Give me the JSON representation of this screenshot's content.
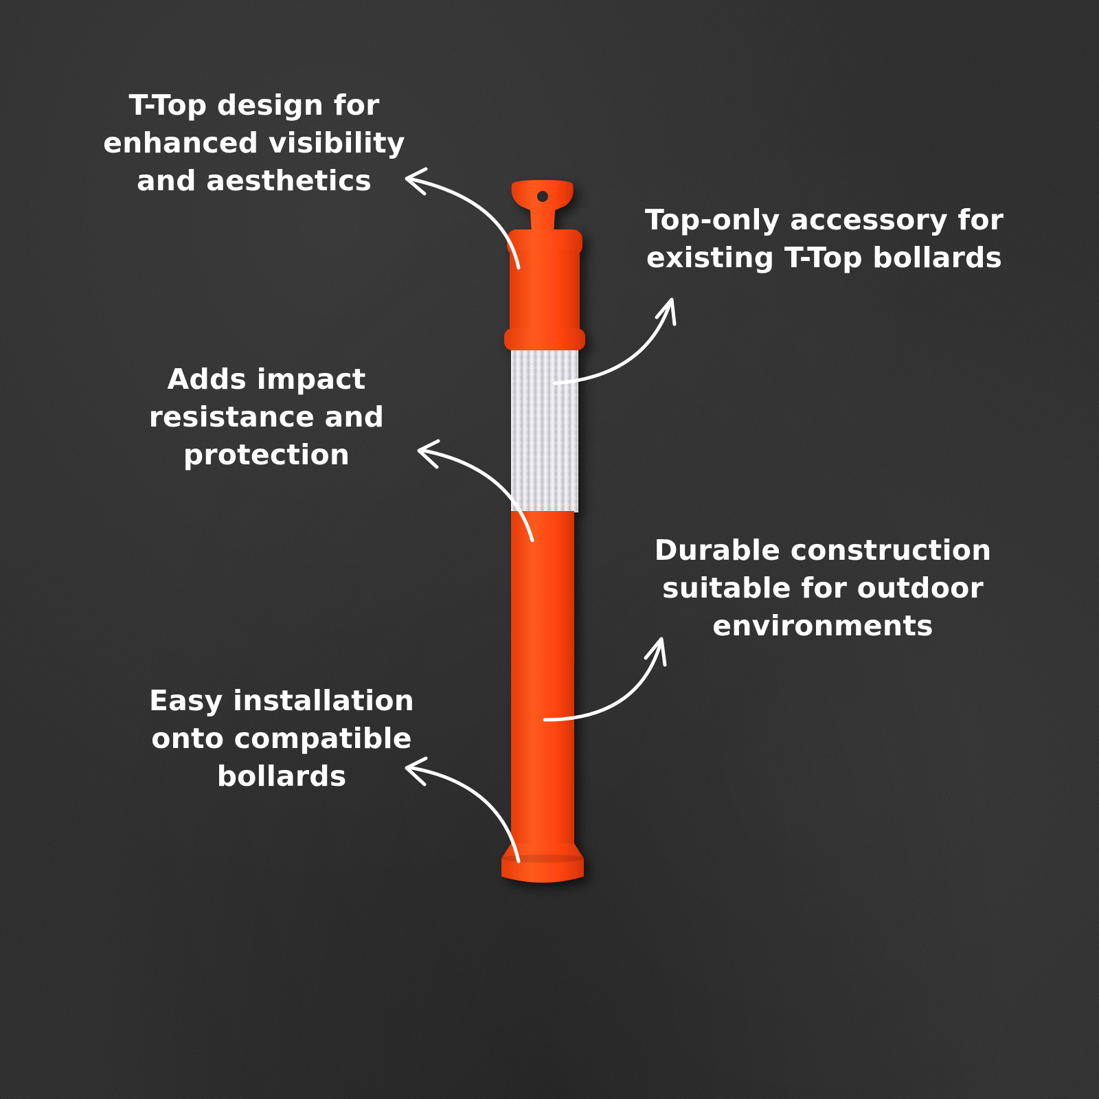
{
  "colors": {
    "background": "#262626",
    "text": "#ffffff",
    "bollard_orange": "#ff4a12",
    "reflective_band": "#e9e9ec"
  },
  "features": {
    "ttop_design": [
      "T-Top design for",
      "enhanced visibility",
      "and aesthetics"
    ],
    "top_only_accessory": [
      "Top-only accessory for",
      "existing T-Top bollards"
    ],
    "impact_resistance": [
      "Adds impact",
      "resistance and",
      "protection"
    ],
    "durable_construction": [
      "Durable construction",
      "suitable for outdoor",
      "environments"
    ],
    "easy_installation": [
      "Easy installation",
      "onto compatible",
      "bollards"
    ]
  },
  "icons": {
    "arrow": "curved-arrow-icon",
    "product": "t-top-bollard"
  }
}
